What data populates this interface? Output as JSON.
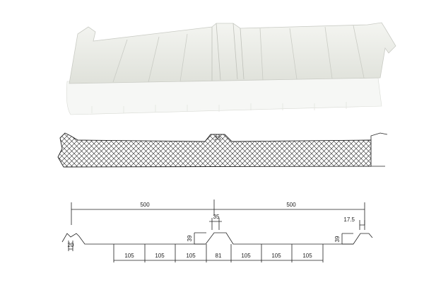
{
  "panel_colors": {
    "face": "#eceee8",
    "core": "#f6f7f5",
    "shadow": "#c9cbc4"
  },
  "cross_section": {
    "rib_label": "35"
  },
  "profile_dimensions": {
    "overall_left": "500",
    "overall_right": "500",
    "rib_top_width": "35",
    "edge_offset": "17.5",
    "rib_height_left": "39",
    "rib_height_right": "39",
    "edge_hook_width": "20",
    "spacings": [
      "105",
      "105",
      "105",
      "81",
      "105",
      "105",
      "105"
    ]
  }
}
